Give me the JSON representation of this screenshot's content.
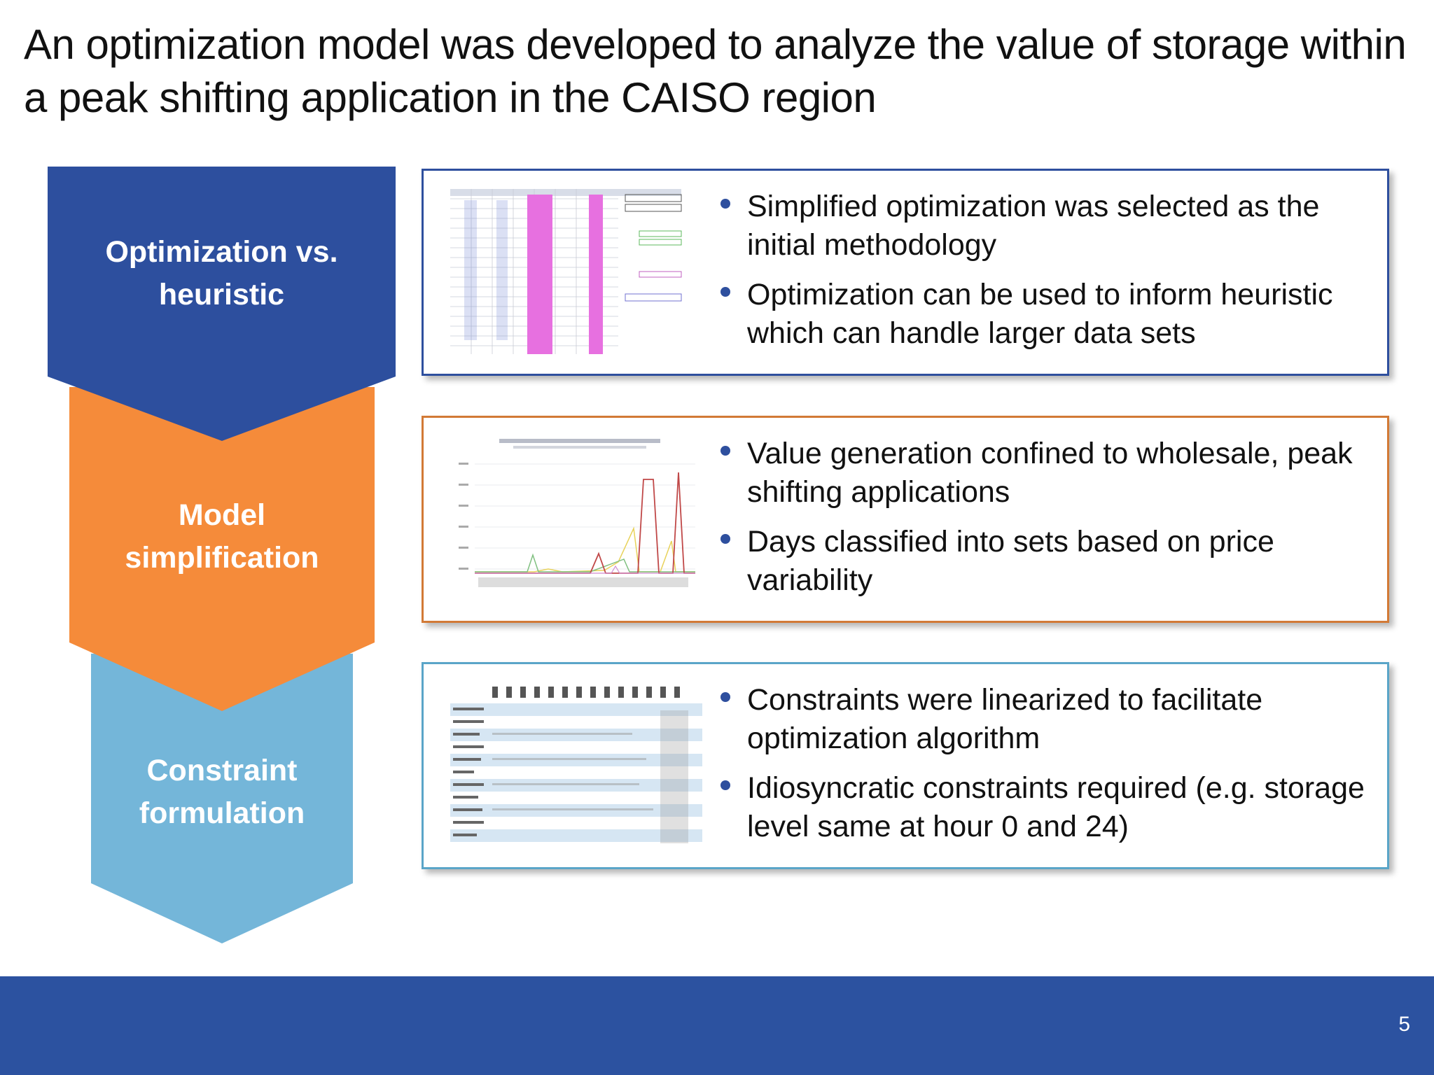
{
  "slide": {
    "title": "An optimization model was developed to analyze the value of storage within a peak shifting application in the CAISO region",
    "page_number": "5"
  },
  "steps": [
    {
      "line1": "Optimization vs.",
      "line2": "heuristic",
      "color": "#2d4f9e"
    },
    {
      "line1": "Model",
      "line2": "simplification",
      "color": "#f58b3a"
    },
    {
      "line1": "Constraint",
      "line2": "formulation",
      "color": "#74b6d9"
    }
  ],
  "cards": [
    {
      "thumbnail": "spreadsheet-thumbnail",
      "bullets": [
        "Simplified optimization was selected as the initial methodology",
        "Optimization can be used to inform heuristic which can handle larger data sets"
      ]
    },
    {
      "thumbnail": "price-chart-thumbnail",
      "bullets": [
        "Value generation confined to wholesale, peak shifting applications",
        "Days classified into sets based on price variability"
      ]
    },
    {
      "thumbnail": "constraint-table-thumbnail",
      "bullets": [
        "Constraints were linearized to facilitate optimization algorithm",
        "Idiosyncratic constraints required (e.g. storage level same at hour 0 and 24)"
      ]
    }
  ],
  "colors": {
    "footer": "#2c52a0",
    "bullet": "#2e4f9e",
    "card1_border": "#2e4f9e",
    "card2_border": "#d27a36",
    "card3_border": "#5aa5c8"
  }
}
